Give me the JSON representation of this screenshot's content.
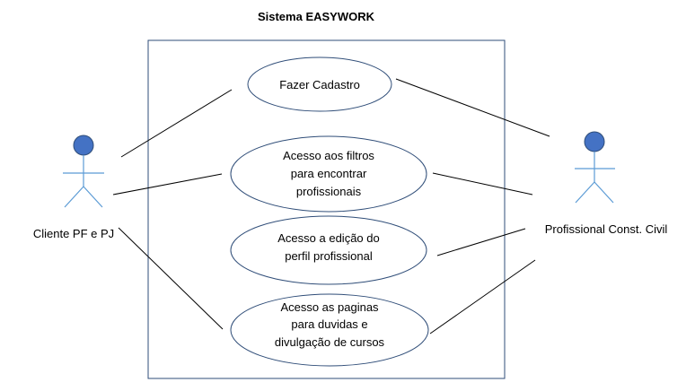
{
  "title": "Sistema EASYWORK",
  "actors": {
    "client": {
      "label": "Cliente PF e PJ"
    },
    "professional": {
      "label": "Profissional Const. Civil"
    }
  },
  "use_cases": [
    {
      "lines": [
        "Fazer Cadastro"
      ]
    },
    {
      "lines": [
        "Acesso aos filtros",
        "para encontrar",
        "profissionais"
      ]
    },
    {
      "lines": [
        "Acesso a edição do",
        "perfil profissional"
      ]
    },
    {
      "lines": [
        "Acesso as paginas",
        "para duvidas e",
        "divulgação de cursos"
      ]
    }
  ],
  "colors": {
    "actor_head_fill": "#4472C4",
    "actor_body": "#5B9BD5",
    "outline": "#2F4D78",
    "line": "#000000"
  }
}
